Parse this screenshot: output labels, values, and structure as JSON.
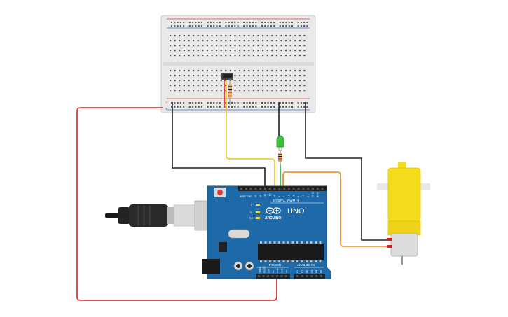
{
  "board": {
    "logo_text": "UNO",
    "brand_text": "ARDUINO",
    "digital_label": "DIGITAL (PWM ~)",
    "power_label": "POWER",
    "analog_label": "ANALOG IN",
    "aref_label": "AREF",
    "gnd_label": "GND",
    "l_label": "L",
    "tx_label": "TX",
    "rx_label": "RX",
    "power_pins": [
      "IOREF",
      "RESET",
      "3.3V",
      "5V",
      "GND",
      "GND",
      "Vin"
    ],
    "analog_pins": [
      "A0",
      "A1",
      "A2",
      "A3",
      "A4",
      "A5"
    ],
    "digital_pins": [
      "13",
      "12",
      "~11",
      "~10",
      "~9",
      "8",
      "7",
      "~6",
      "~5",
      "4",
      "~3",
      "2",
      "TX 1",
      "RX 0"
    ]
  },
  "breadboard": {
    "rail_minus": "−",
    "rail_plus": "+"
  },
  "colors": {
    "board_blue": "#1e6aa8",
    "wire_red": "#d42020",
    "wire_black": "#222222",
    "wire_yellow": "#f2c21b",
    "wire_orange": "#e8891c",
    "wire_green": "#2e9e3a",
    "motor_yellow": "#f5dc1c",
    "breadboard": "#e9e9e9"
  }
}
